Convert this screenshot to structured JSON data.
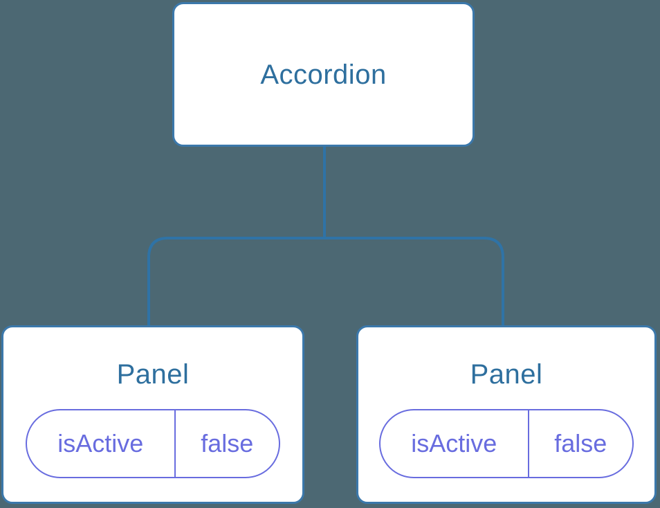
{
  "diagram": {
    "root": {
      "label": "Accordion"
    },
    "children": [
      {
        "title": "Panel",
        "state_key": "isActive",
        "state_value": "false"
      },
      {
        "title": "Panel",
        "state_key": "isActive",
        "state_value": "false"
      }
    ]
  },
  "colors": {
    "background": "#4C6873",
    "connector": "#2F73A6",
    "node_border": "#3B78AB",
    "node_fill": "#FFFFFF",
    "title_text": "#2E6F9E",
    "state_accent": "#686CDF"
  }
}
